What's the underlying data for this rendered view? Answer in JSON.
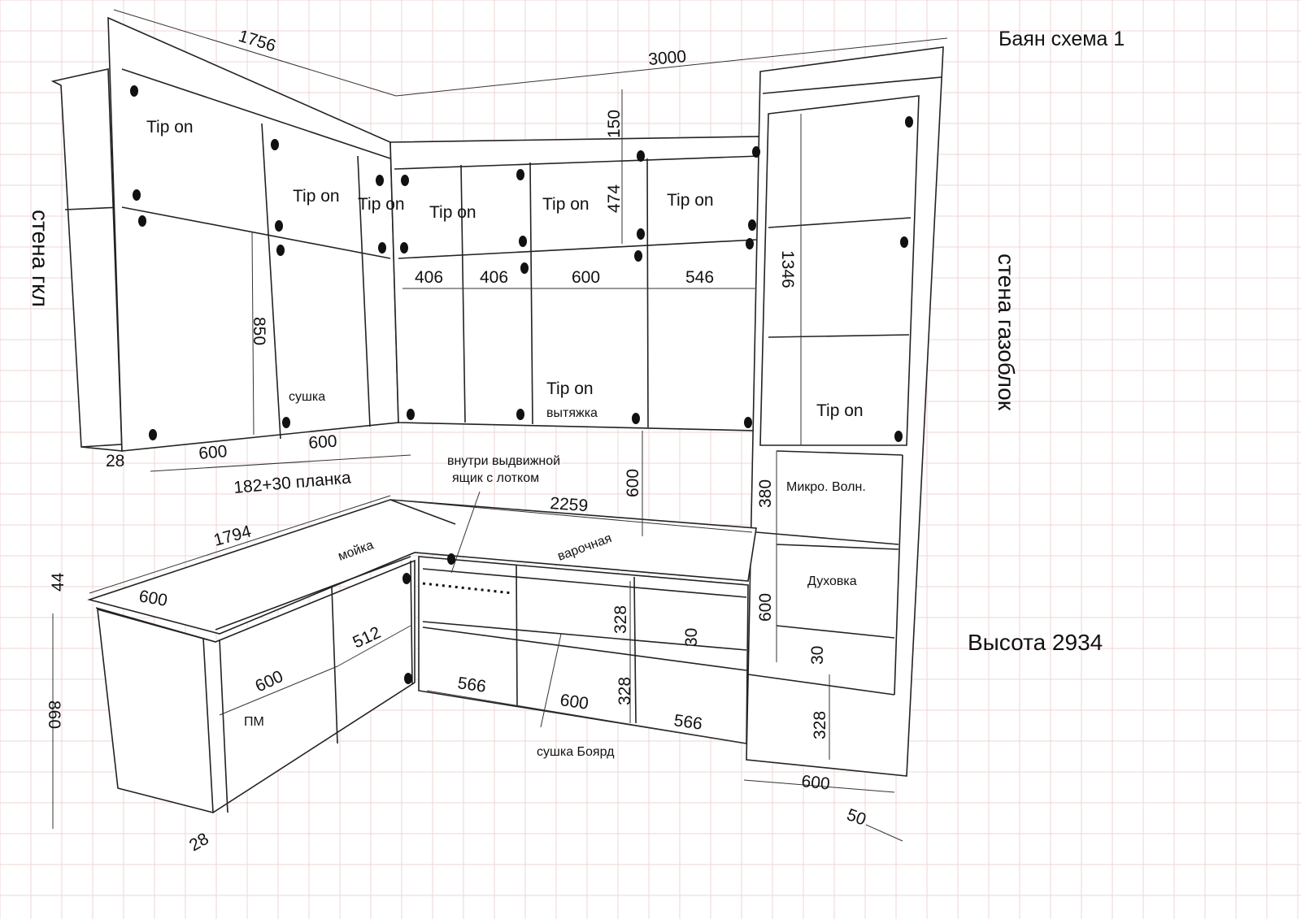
{
  "title": "Баян схема 1",
  "height_label": "Высота 2934",
  "walls": {
    "left": "стена гкл",
    "right": "стена газоблок"
  },
  "upper": {
    "width_left": "1756",
    "width_right": "3000",
    "tip_on": "Tip on",
    "h150": "150",
    "h474": "474",
    "h850": "850",
    "h1346": "1346",
    "w406a": "406",
    "w406b": "406",
    "w600": "600",
    "w546": "546",
    "dryer": "сушка",
    "hood": "вытяжка",
    "w600a": "600",
    "w600b": "600",
    "w28": "28",
    "plank": "182+30 планка"
  },
  "lower": {
    "drawer_note_1": "внутри выдвижной",
    "drawer_note_2": "ящик с лотком",
    "len1794": "1794",
    "len2259": "2259",
    "backsplash": "600",
    "sink": "мойка",
    "hob": "варочная",
    "d600": "600",
    "t44": "44",
    "h860": "860",
    "w512": "512",
    "w600": "600",
    "pm": "ПМ",
    "w28": "28",
    "w566a": "566",
    "w600c": "600",
    "w566b": "566",
    "h328a": "328",
    "h328b": "328",
    "g30": "30",
    "boyard": "сушка Боярд"
  },
  "column": {
    "microwave": "Микро. Волн.",
    "oven": "Духовка",
    "h380": "380",
    "h600": "600",
    "g30": "30",
    "h328": "328",
    "w600": "600",
    "w50": "50",
    "tip_on": "Tip on"
  }
}
